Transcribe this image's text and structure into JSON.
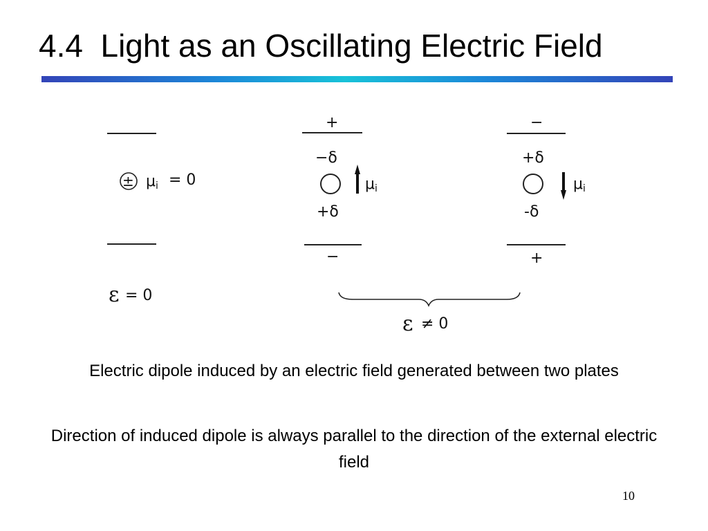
{
  "slide": {
    "title": "4.4  Light as an Oscillating Electric Field",
    "page_number": "10"
  },
  "diagram": {
    "panel_zero": {
      "dipole_symbol": "±",
      "mu_label": "μ",
      "mu_subscript": "i",
      "mu_value": "= 0",
      "field_label": "ε",
      "field_value": "= 0"
    },
    "panel_up": {
      "top_plate_charge": "+",
      "upper_charge": "−δ",
      "lower_charge": "+δ",
      "bottom_plate_charge": "−",
      "mu_label": "μ",
      "mu_subscript": "i"
    },
    "panel_down": {
      "top_plate_charge": "−",
      "upper_charge": "+δ",
      "lower_charge": "-δ",
      "bottom_plate_charge": "+",
      "mu_label": "μ",
      "mu_subscript": "i"
    },
    "field_nonzero": {
      "field_label": "ε",
      "relation": "≠ 0"
    }
  },
  "captions": [
    "Electric dipole induced by an electric field generated between two plates",
    "Direction of induced dipole is always parallel to the direction of the external electric field"
  ]
}
